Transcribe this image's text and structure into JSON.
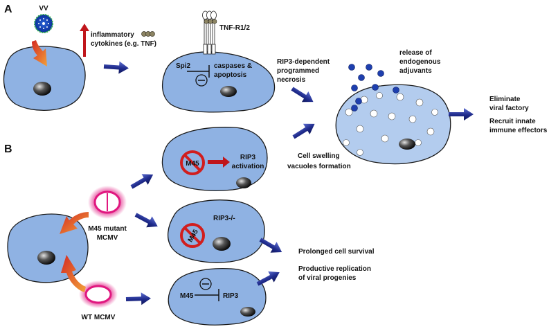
{
  "panels": {
    "a": "A",
    "b": "B"
  },
  "panel_a": {
    "virus_label": "VV",
    "cytokines_line1": "inflammatory",
    "cytokines_line2": "cytokines (e.g. TNF)",
    "receptor_label": "TNF-R1/2",
    "inhibitor_label": "Spi2",
    "target_line1": "caspases &",
    "target_line2": "apoptosis"
  },
  "necrosis": {
    "pathway_line1": "RIP3-dependent",
    "pathway_line2": "programmed",
    "pathway_line3": "necrosis",
    "release_line1": "release of",
    "release_line2": "endogenous",
    "release_line3": "adjuvants",
    "swelling_line1": "Cell swelling",
    "swelling_line2": "vacuoles formation",
    "outcome_line1": "Eliminate",
    "outcome_line2": "viral factory",
    "outcome_line3": "Recruit innate",
    "outcome_line4": "immune effectors"
  },
  "panel_b": {
    "mutant_line1": "M45 mutant",
    "mutant_line2": "MCMV",
    "wt_label": "WT MCMV",
    "m45": "M45",
    "rip3_line1": "RIP3",
    "rip3_line2": "activation",
    "rip3_ko": "RIP3-/-",
    "rip3": "RIP3",
    "survival": "Prolonged cell survival",
    "replication_line1": "Productive replication",
    "replication_line2": "of viral progenies"
  },
  "colors": {
    "cell_fill": "#8fb2e3",
    "necrotic_fill": "#b3ccee",
    "arrow_blue": "#1f2b8c",
    "arrow_red": "#c0161b",
    "virus_pink": "#e0177f",
    "adjuvant_blue": "#1e3fae",
    "prohibit_red": "#d11e1e"
  }
}
